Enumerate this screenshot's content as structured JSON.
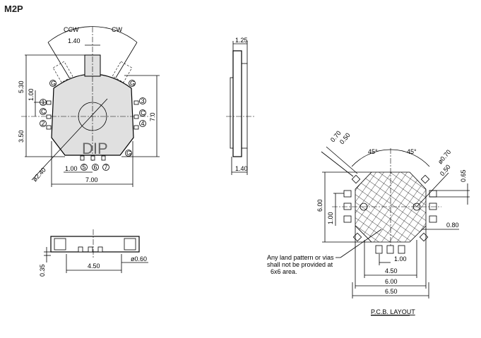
{
  "title": "M2P",
  "front_view": {
    "rotation": [
      "CCW",
      "CW"
    ],
    "dims": {
      "shaft_width": "1.40",
      "top_height": "5.30",
      "pin_pitch_v": "1.00",
      "bottom_height": "3.50",
      "body_height": "7.0",
      "body_width": "7.00",
      "pin_pitch_h": "1.00",
      "hole_dia": "ø2.40"
    },
    "pins_left": [
      "1",
      "C",
      "2"
    ],
    "pins_right": [
      "3",
      "C",
      "4"
    ],
    "pins_bottom": [
      "5",
      "6",
      "7"
    ],
    "ground": "G",
    "marking": "DIP"
  },
  "side_view": {
    "dims": {
      "top": "1.25",
      "bottom": "1.40"
    }
  },
  "bottom_view": {
    "dims": {
      "height": "0.35",
      "pitch": "4.50",
      "hole": "ø0.60"
    }
  },
  "pcb": {
    "title": "P.C.B. LAYOUT",
    "angles": [
      "45°",
      "45°"
    ],
    "dims": {
      "d070a": "0.70",
      "d050a": "0.50",
      "dia070": "ø0.70",
      "d050b": "0.50",
      "d065": "0.65",
      "h600": "6.00",
      "h100": "1.00",
      "d080": "0.80",
      "w100": "1.00",
      "w450": "4.50",
      "w600": "6.00",
      "w650": "6.50"
    },
    "note": [
      "Any land pattern or vias",
      "shall not be provided at",
      "6x6 area."
    ]
  }
}
